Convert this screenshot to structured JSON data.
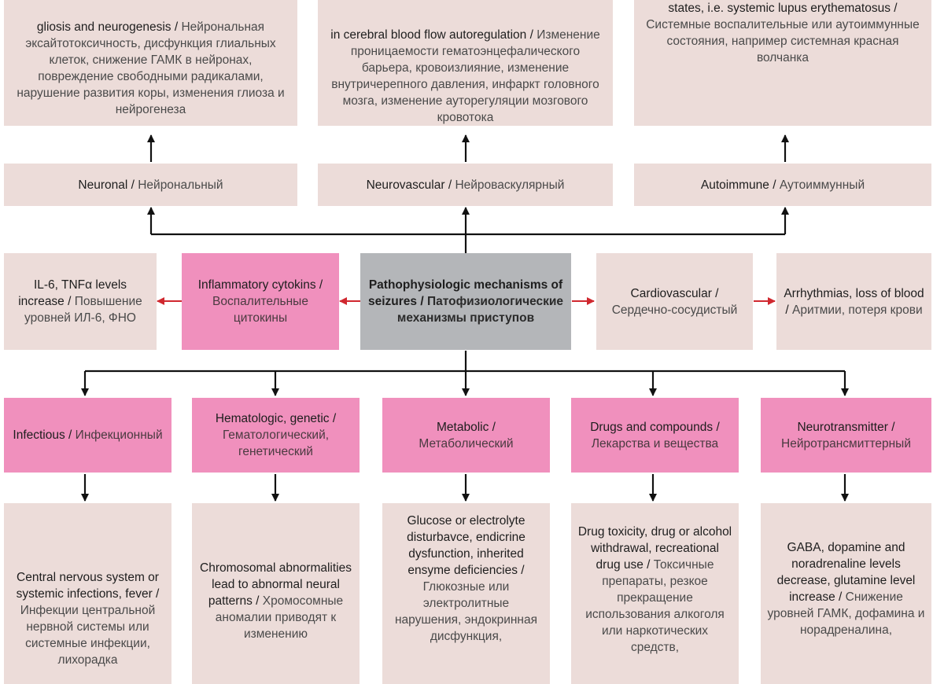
{
  "title": {
    "en": "Pathophysiologic mechanisms of seizures /",
    "ru": "Патофизиологические механизмы приступов"
  },
  "top_effects": [
    {
      "en": "gliosis and neurogenesis /",
      "ru": "Нейрональная эксайтотоксичность, дисфункция глиальных клеток, снижение ГАМК в нейронах, повреждение свободными радикалами, нарушение развития коры, изменения глиоза и нейрогенеза"
    },
    {
      "en": "in cerebral blood flow autoregulation /",
      "ru": "Изменение проницаемости гематоэнцефалического барьера, кровоизлияние, изменение внутричерепного давления, инфаркт головного мозга, изменение ауторегуляции мозгового кровотока"
    },
    {
      "en": "states, i.e. systemic lupus erythematosus /",
      "ru": "Системные воспалительные или аутоиммунные состояния, например системная красная волчанка"
    }
  ],
  "top_categories": [
    {
      "en": "Neuronal /",
      "ru": "Нейрональный"
    },
    {
      "en": "Neurovascular /",
      "ru": "Нейроваскулярный"
    },
    {
      "en": "Autoimmune /",
      "ru": "Аутоиммунный"
    }
  ],
  "middle_row": {
    "left_effect": {
      "en": "IL-6, TNFα levels increase /",
      "ru": "Повышение уровней ИЛ-6, ФНО"
    },
    "left_category": {
      "en": "Inflammatory cytokins /",
      "ru": "Воспалительные цитокины"
    },
    "right_category": {
      "en": "Cardiovascular /",
      "ru": "Сердечно-сосудистый"
    },
    "right_effect": {
      "en": "Arrhythmias, loss of blood /",
      "ru": "Аритмии, потеря крови"
    }
  },
  "bottom_categories": [
    {
      "en": "Infectious /",
      "ru": "Инфекционный"
    },
    {
      "en": "Hematologic, genetic /",
      "ru": "Гематологический, генетический"
    },
    {
      "en": "Metabolic /",
      "ru": "Метаболический"
    },
    {
      "en": "Drugs and compounds /",
      "ru": "Лекарства и вещества"
    },
    {
      "en": "Neurotransmitter /",
      "ru": "Нейротрансмиттерный"
    }
  ],
  "bottom_effects": [
    {
      "en": "Central nervous system or systemic infections, fever /",
      "ru": "Инфекции центральной нервной системы или системные инфекции, лихорадка"
    },
    {
      "en": "Chromosomal abnormalities lead to abnormal neural patterns /",
      "ru": "Хромосомные аномалии приводят к изменению"
    },
    {
      "en": "Glucose or electrolyte disturbavce, endicrine dysfunction, inherited ensyme deficiencies /",
      "ru": "Глюкозные или электролитные нарушения, эндокринная дисфункция,"
    },
    {
      "en": "Drug toxicity, drug or alcohol withdrawal, recreational drug use /",
      "ru": "Токсичные препараты, резкое прекращение использования алкоголя или наркотических средств,"
    },
    {
      "en": "GABA, dopamine and noradrenaline levels decrease, glutamine level increase /",
      "ru": "Снижение уровней ГАМК, дофамина и норадреналина,"
    }
  ],
  "colors": {
    "beige": "#ecdcd9",
    "pink": "#f090bd",
    "gray": "#b4b6b9",
    "arrow_black": "#111111",
    "arrow_red": "#d0282f"
  }
}
